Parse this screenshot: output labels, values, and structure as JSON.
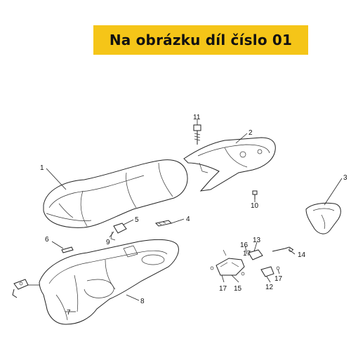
{
  "banner": {
    "text": "Na obrázku díl číslo 01",
    "color": "#f5c518"
  },
  "callouts": [
    {
      "id": "c1",
      "label": "1"
    },
    {
      "id": "c2",
      "label": "2"
    },
    {
      "id": "c3",
      "label": "3"
    },
    {
      "id": "c4",
      "label": "4"
    },
    {
      "id": "c5",
      "label": "5"
    },
    {
      "id": "c6",
      "label": "6"
    },
    {
      "id": "c7",
      "label": "7"
    },
    {
      "id": "c8",
      "label": "8"
    },
    {
      "id": "c9",
      "label": "9"
    },
    {
      "id": "c10",
      "label": "10"
    },
    {
      "id": "c11",
      "label": "11"
    },
    {
      "id": "c12",
      "label": "12"
    },
    {
      "id": "c13",
      "label": "13"
    },
    {
      "id": "c14",
      "label": "14"
    },
    {
      "id": "c15",
      "label": "15"
    },
    {
      "id": "c16",
      "label": "16"
    },
    {
      "id": "c17a",
      "label": "17"
    },
    {
      "id": "c17b",
      "label": "17"
    },
    {
      "id": "c17c",
      "label": "17"
    }
  ]
}
